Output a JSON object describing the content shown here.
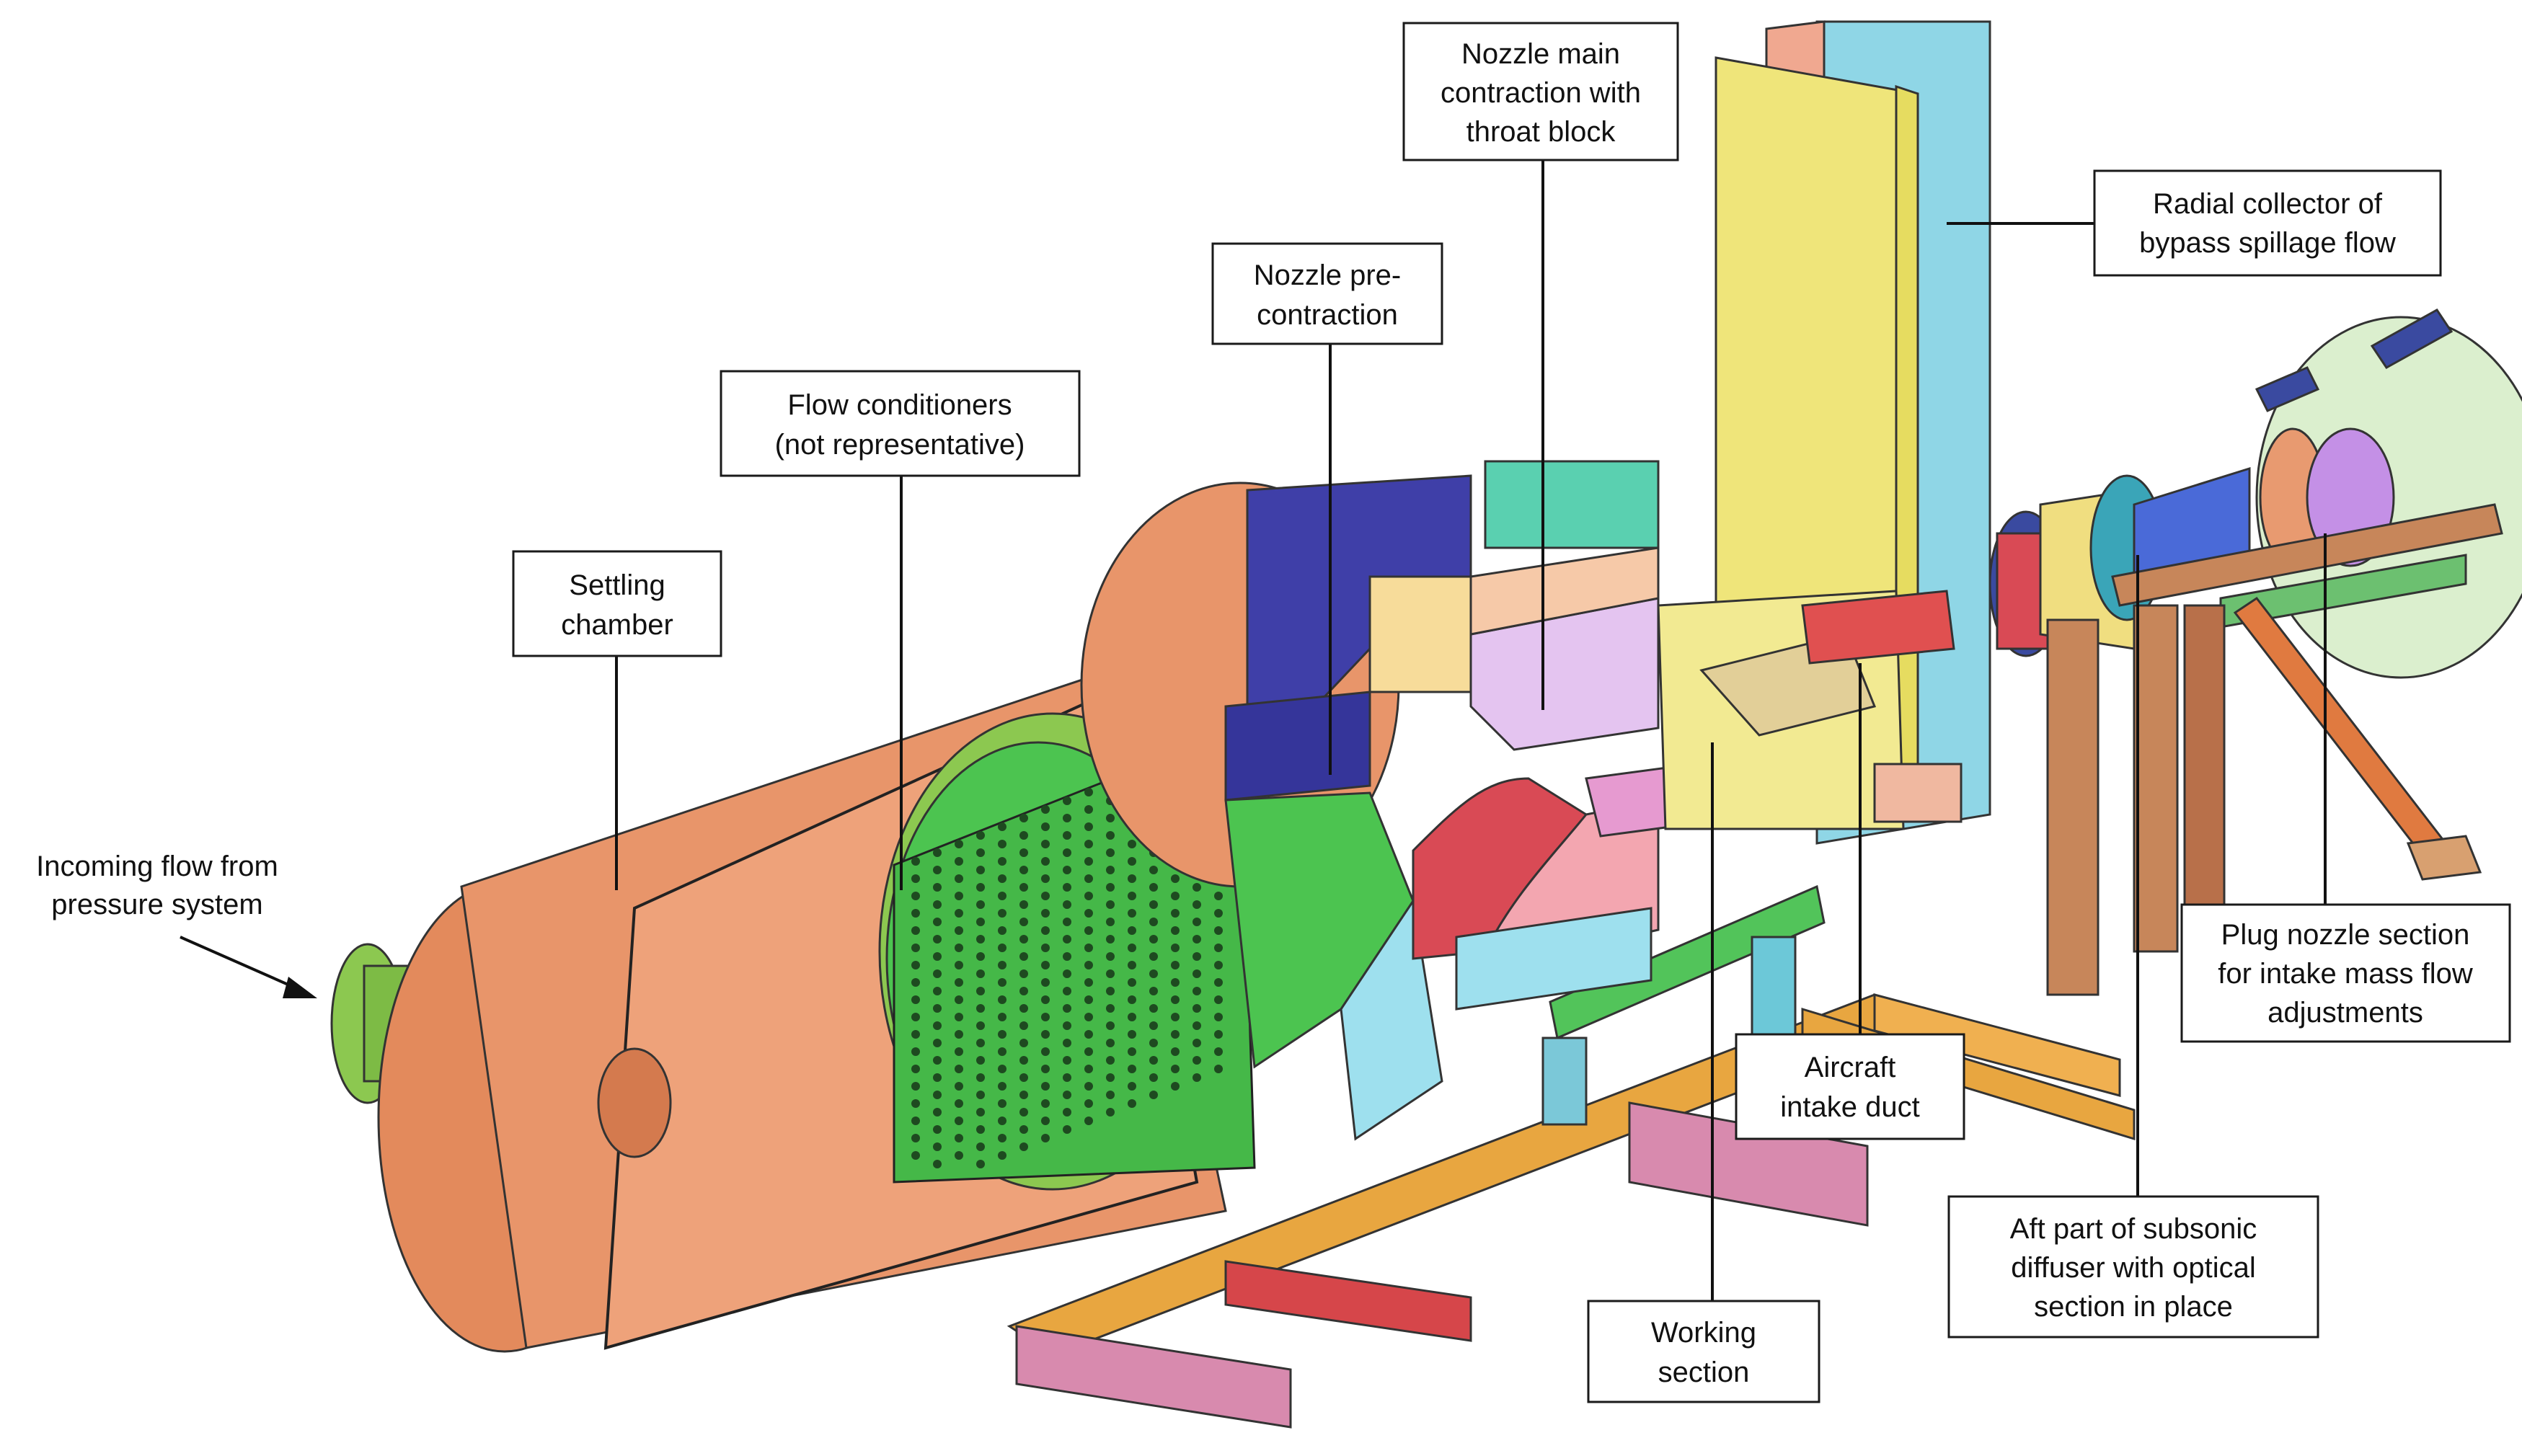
{
  "labels": {
    "incoming_flow": [
      "Incoming flow from",
      "pressure system"
    ],
    "settling_chamber": [
      "Settling",
      "chamber"
    ],
    "flow_conditioners": [
      "Flow conditioners",
      "(not representative)"
    ],
    "nozzle_pre_contraction": [
      "Nozzle pre-",
      "contraction"
    ],
    "nozzle_main_contraction": [
      "Nozzle main",
      "contraction with",
      "throat block"
    ],
    "radial_collector": [
      "Radial collector of",
      "bypass spillage flow"
    ],
    "plug_nozzle": [
      "Plug nozzle section",
      "for intake mass flow",
      "adjustments"
    ],
    "aircraft_intake": [
      "Aircraft",
      "intake duct"
    ],
    "aft_diffuser": [
      "Aft part of subsonic",
      "diffuser with optical",
      "section in place"
    ],
    "working_section": [
      "Working",
      "section"
    ]
  },
  "colors": {
    "settling_chamber": "#e8956a",
    "flow_conditioner": "#4cc450",
    "flange_green": "#8cc850",
    "nozzle_blue": "#3f3fa8",
    "nozzle_pink": "#f3a6b0",
    "nozzle_red": "#d94a55",
    "throat_lilac": "#e4c4f0",
    "yellow_panel": "#efe57a",
    "collector_cyan": "#8fd6e6",
    "frame_orange": "#e8a640",
    "frame_pink": "#d88aae",
    "frame_red": "#d6464a",
    "rail_green": "#52c45a",
    "teal": "#5ad0b0",
    "strut_brown": "#b8704a"
  }
}
